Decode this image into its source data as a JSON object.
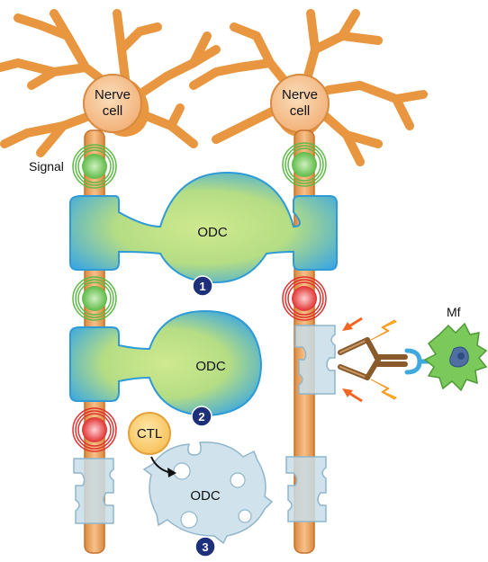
{
  "labels": {
    "nerve_cell_left_line1": "Nerve",
    "nerve_cell_left_line2": "cell",
    "nerve_cell_right_line1": "Nerve",
    "nerve_cell_right_line2": "cell",
    "signal": "Signal",
    "odc_1": "ODC",
    "odc_2": "ODC",
    "odc_3": "ODC",
    "ctl": "CTL",
    "mf": "Mf"
  },
  "step_badges": [
    "1",
    "2",
    "3"
  ],
  "colors": {
    "neuron_fill": "#F2A65A",
    "neuron_stroke": "#C7702A",
    "soma_fill": "#F7CFA6",
    "axon_fill": "#F2A65A",
    "myelin_fill": "#A7D66F",
    "myelin_edge": "#35A9E0",
    "damaged_myelin": "#C8DDE8",
    "signal_green": "#5DBB46",
    "signal_red": "#E0312F",
    "badge": "#1E2F7C",
    "ctl_fill": "#FBD27A",
    "macrophage": "#7BC95A",
    "antibody": "#8B5A2B",
    "receptor": "#3FA9DE",
    "lightning": "#F7941D"
  }
}
